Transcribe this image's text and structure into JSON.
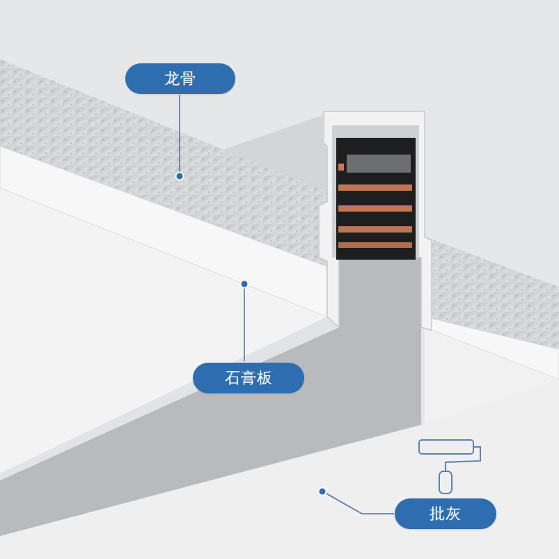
{
  "diagram": {
    "nodes": [
      {
        "text": [
          "龙骨"
        ]
      },
      {
        "text": [
          "石膏板"
        ]
      },
      {
        "text": [
          "批灰"
        ]
      }
    ]
  }
}
